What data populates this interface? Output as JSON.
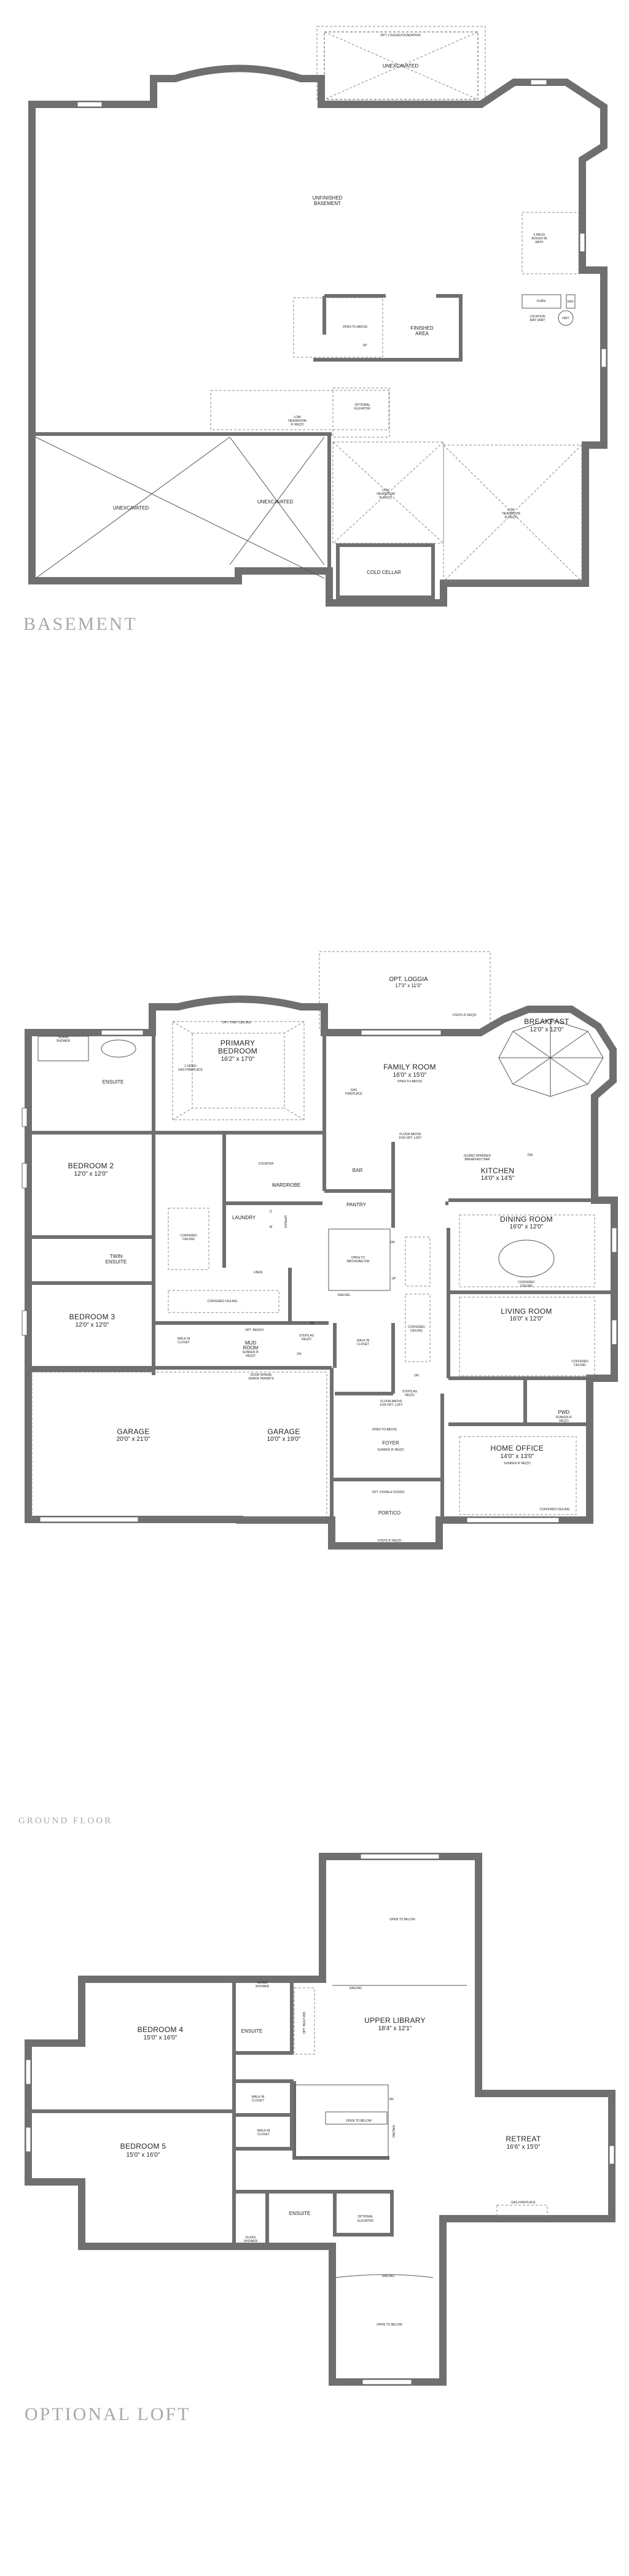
{
  "basement": {
    "title": "BASEMENT",
    "opt_loggia_foundation": "OPT. LOGGIA FOUNDATION",
    "unexcavated_loggia": "UNEXCAVATED",
    "unfinished_1": "UNFINISHED",
    "unfinished_2": "BASEMENT",
    "rough_bath_1": "3 PIECE",
    "rough_bath_2": "ROUGH IN",
    "rough_bath_3": "BATH",
    "furn": "FURN",
    "hrv": "HRV",
    "location_1": "LOCATION",
    "location_2": "MAY VARY",
    "hwt": "HWT",
    "open_to_above": "OPEN TO ABOVE",
    "finished_1": "FINISHED",
    "finished_2": "AREA",
    "up": "UP",
    "elevator_1": "OPTIONAL",
    "elevator_2": "ELEVATOR",
    "low_headroom_1": "LOW",
    "low_headroom_2": "HEADROOM",
    "low_headroom_3": "IF REQ'D",
    "unexcavated_left": "UNEXCAVATED",
    "unexcavated_right": "UNEXCAVATED",
    "cold_cellar": "COLD CELLAR"
  },
  "ground_floor": {
    "title": "GROUND FLOOR",
    "loggia": {
      "name": "OPT. LOGGIA",
      "dims": "17'3\" x 11'0\""
    },
    "primary_bedroom": {
      "name1": "PRIMARY",
      "name2": "BEDROOM",
      "dims": "16'2\" x 17'0\""
    },
    "opt_tray_ceiling": "OPT. TRAY CEILING",
    "two_sided_fireplace_1": "2 SIDED",
    "two_sided_fireplace_2": "GAS FIREPLACE",
    "glass_shower_1": "GLASS",
    "glass_shower_2": "SHOWER",
    "ensuite": "ENSUITE",
    "family_room": {
      "name": "FAMILY ROOM",
      "dims": "16'0\" x 15'0\"",
      "note": "OPEN TO ABOVE"
    },
    "gas_fireplace_1": "GAS",
    "gas_fireplace_2": "FIREPLACE",
    "breakfast": {
      "name": "BREAKFAST",
      "dims": "12'0\" x 12'0\""
    },
    "steps_if_reqd": "STEPS IF REQ'D",
    "floor_above_1": "FLOOR ABOVE",
    "floor_above_2": "FOR OPT. LOFT",
    "island_1": "ISLAND W/RAISED",
    "island_2": "BREAKFAST BAR",
    "dw": "DW",
    "kitchen": {
      "name": "KITCHEN",
      "dims": "14'0\" x 14'5\""
    },
    "counter": "COUNTER",
    "wardrobe": "WARDROBE",
    "bar": "BAR",
    "pantry": "PANTRY",
    "bedroom2": {
      "name": "BEDROOM 2",
      "dims": "12'0\" x 12'0\""
    },
    "laundry": "LAUNDRY",
    "uppers": "UPPERS",
    "dryer": "D",
    "washer": "W",
    "coffered_ceiling": "COFFERED CEILING",
    "coffered_1": "COFFERED",
    "coffered_2": "CEILING",
    "twin_ensuite_1": "TWIN",
    "twin_ensuite_2": "ENSUITE",
    "linen": "LINEN",
    "open_above_below_1": "OPEN TO",
    "open_above_below_2": "ABOVE/BELOW",
    "dn": "DN",
    "up": "UP",
    "railing": "RAILING",
    "dining_room": {
      "name": "DINING ROOM",
      "dims": "16'0\" x 12'0\""
    },
    "living_room": {
      "name": "LIVING ROOM",
      "dims": "16'0\" x 12'0\""
    },
    "bedroom3": {
      "name": "BEDROOM 3",
      "dims": "12'0\" x 12'0\""
    },
    "walk_in_closet_1": "WALK IN",
    "walk_in_closet_2": "CLOSET",
    "opt_bench": "OPT. BENCH",
    "mud_room": {
      "name1": "MUD",
      "name2": "ROOM",
      "note1": "SUNKEN IF",
      "note2": "REQ'D"
    },
    "steps_as_reqd_1": "STEPS AS",
    "steps_as_reqd_2": "REQ'D",
    "door_grade_1": "DOOR WHERE",
    "door_grade_2": "GRADE PERMITS",
    "pwd": {
      "name": "PWD",
      "note1": "SUNKEN IF",
      "note2": "REQ'D"
    },
    "garage_double": {
      "name": "GARAGE",
      "dims": "20'0\" x 21'0\""
    },
    "garage_single": {
      "name": "GARAGE",
      "dims": "10'0\" x 19'0\""
    },
    "open_to_above": "OPEN TO ABOVE",
    "foyer": {
      "name": "FOYER",
      "note": "SUNKEN IF REQ'D"
    },
    "home_office": {
      "name": "HOME OFFICE",
      "dims": "14'0\" x 13'0\"",
      "note": "SUNKEN IF REQ'D"
    },
    "opt_double_doors": "OPT. DOUBLE DOORS",
    "portico": "PORTICO",
    "coffered_ceiling_office": "COFFERED CEILING"
  },
  "optional_loft": {
    "title": "OPTIONAL LOFT",
    "open_to_below": "OPEN TO BELOW",
    "railing": "RAILING",
    "glass_shower_1": "GLASS",
    "glass_shower_2": "SHOWER",
    "upper_library": {
      "name": "UPPER LIBRARY",
      "dims": "18'4\" x 12'1\""
    },
    "opt_built_ins": "OPT. BUILT-INS",
    "bedroom4": {
      "name": "BEDROOM 4",
      "dims": "15'0\" x 16'0\""
    },
    "bedroom5": {
      "name": "BEDROOM 5",
      "dims": "15'0\" x 16'0\""
    },
    "ensuite": "ENSUITE",
    "walk_in_closet_1": "WALK-IN",
    "walk_in_closet_2": "CLOSET",
    "dn": "DN",
    "retreat": {
      "name": "RETREAT",
      "dims": "16'6\" x 15'0\""
    },
    "gas_fireplace": "GAS FIREPLACE",
    "elevator_1": "OPTIONAL",
    "elevator_2": "ELEVATOR"
  }
}
